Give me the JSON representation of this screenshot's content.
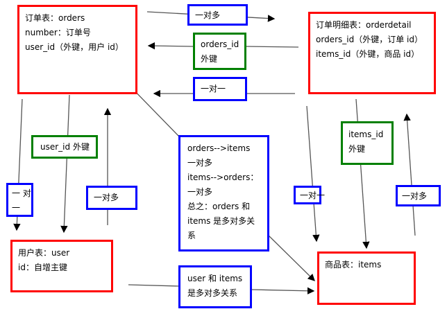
{
  "colors": {
    "table": "#ff0000",
    "relation": "#0000ff",
    "foreign_key": "#008000"
  },
  "tables": {
    "orders": [
      "订单表：orders",
      "number：订单号",
      "user_id（外键，用户 id）"
    ],
    "orderdetail": [
      "订单明细表：orderdetail",
      "orders_id（外键，订单 id）",
      "items_id（外键，商品 id）"
    ],
    "user": [
      "用户表：user",
      "id：自增主键"
    ],
    "items": [
      "商品表：items"
    ]
  },
  "labels": {
    "orders_to_detail": "一对多",
    "orders_id_fk": [
      "orders_id",
      "外键"
    ],
    "detail_to_orders": "一对一",
    "user_id_fk": "user_id 外键",
    "orders_to_user": [
      "一 对",
      "一"
    ],
    "user_to_orders": "一对多",
    "detail_to_items": "一对一",
    "items_id_fk": [
      "items_id",
      "外键"
    ],
    "items_to_detail": "一对多",
    "orders_items_summary": [
      "orders-->items",
      "一对多",
      "items-->orders：",
      "一对多",
      "总之：orders 和 items 是多对多关系"
    ],
    "user_items": "user 和 items 是多对多关系"
  }
}
